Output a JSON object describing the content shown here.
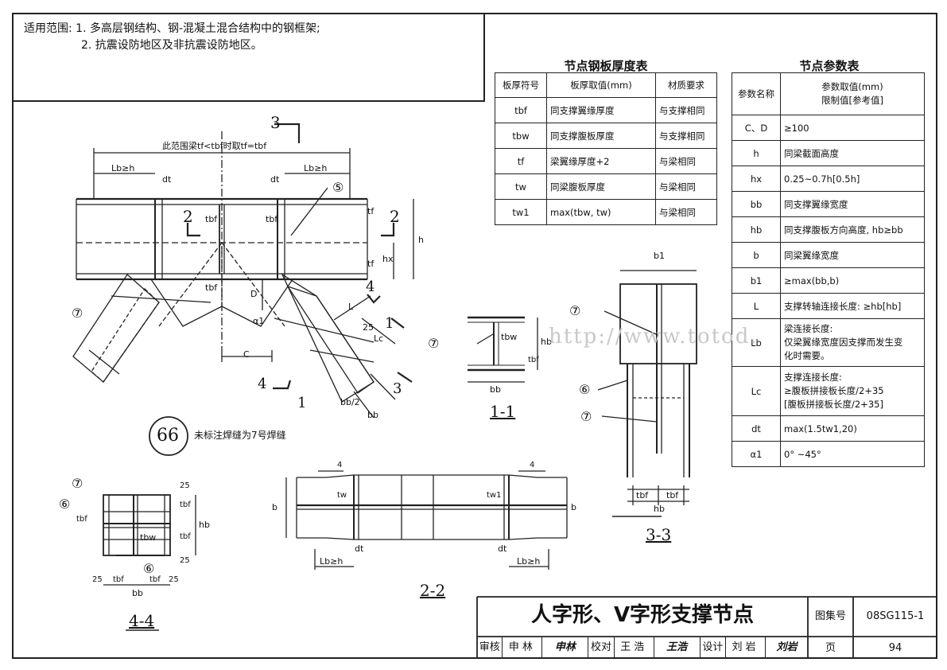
{
  "scope": {
    "label": "适用范围:",
    "line1": "1. 多高层钢结构、钢-混凝土混合结构中的钢框架;",
    "line2": "2. 抗震设防地区及非抗震设防地区。"
  },
  "plate_table": {
    "title": "节点钢板厚度表",
    "headers": [
      "板厚符号",
      "板厚取值(mm)",
      "材质要求"
    ],
    "rows": [
      [
        "tbf",
        "同支撑翼缘厚度",
        "与支撑相同"
      ],
      [
        "tbw",
        "同支撑腹板厚度",
        "与支撑相同"
      ],
      [
        "tf",
        "梁翼缘厚度+2",
        "与梁相同"
      ],
      [
        "tw",
        "同梁腹板厚度",
        "与梁相同"
      ],
      [
        "tw1",
        "max(tbw, tw)",
        "与梁相同"
      ]
    ]
  },
  "param_table": {
    "title": "节点参数表",
    "header_name": "参数名称",
    "header_value_1": "参数取值(mm)",
    "header_value_2": "限制值[参考值]",
    "rows": [
      {
        "name": "C、D",
        "value": "≥100"
      },
      {
        "name": "h",
        "value": "同梁截面高度"
      },
      {
        "name": "hx",
        "value": "0.25~0.7h[0.5h]"
      },
      {
        "name": "bb",
        "value": "同支撑翼缘宽度"
      },
      {
        "name": "hb",
        "value": "同支撑腹板方向高度, hb≥bb"
      },
      {
        "name": "b",
        "value": "同梁翼缘宽度"
      },
      {
        "name": "b1",
        "value": "≥max(bb,b)"
      },
      {
        "name": "L",
        "value": "支撑转轴连接长度: ≥hb[hb]"
      },
      {
        "name": "Lb",
        "value": "梁连接长度:",
        "value2": "仅梁翼缘宽度因支撑而发生变",
        "value3": "化时需要。"
      },
      {
        "name": "Lc",
        "value": "支撑连接长度:",
        "value2": "≥腹板拼接板长度/2+35",
        "value3": "[腹板拼接板长度/2+35]"
      },
      {
        "name": "dt",
        "value": "max(1.5tw1,20)"
      },
      {
        "name": "α1",
        "value": "0° ~45°"
      }
    ]
  },
  "labels": {
    "range_note": "此范围梁tf<tbf时取tf=tbf",
    "lb": "Lb≥h",
    "dt": "dt",
    "tbf": "tbf",
    "tbw": "tbw",
    "tf": "tf",
    "h": "h",
    "hx": "hx",
    "D": "D",
    "C": "C",
    "L": "L",
    "Lc": "Lc",
    "a1": "α1",
    "bb": "bb",
    "bb_half": "bb/2",
    "hb": "hb",
    "b": "b",
    "b1": "b1",
    "tw": "tw",
    "tw1": "tw1",
    "n25": "25",
    "one_to_four": "1",
    "slope": "4",
    "cut2": "2",
    "cut3": "3",
    "cut4": "4",
    "cut1": "1",
    "weld5": "⑤",
    "weld6": "⑥",
    "weld7": "⑦",
    "node_no": "66",
    "weld_note": "未标注焊缝为7号焊缝",
    "watermark": "http://www.totod."
  },
  "sections": {
    "s11": "1-1",
    "s22": "2-2",
    "s33": "3-3",
    "s44": "4-4"
  },
  "title_block": {
    "title": "人字形、V字形支撑节点",
    "atlas_label": "图集号",
    "atlas_no": "08SG115-1",
    "review_label": "审核",
    "reviewer": "申林",
    "review_sig": "申林",
    "check_label": "校对",
    "checker": "王浩",
    "check_sig": "王浩",
    "design_label": "设计",
    "designer": "刘岩",
    "design_sig": "刘岩",
    "page_label": "页",
    "page_no": "94"
  }
}
